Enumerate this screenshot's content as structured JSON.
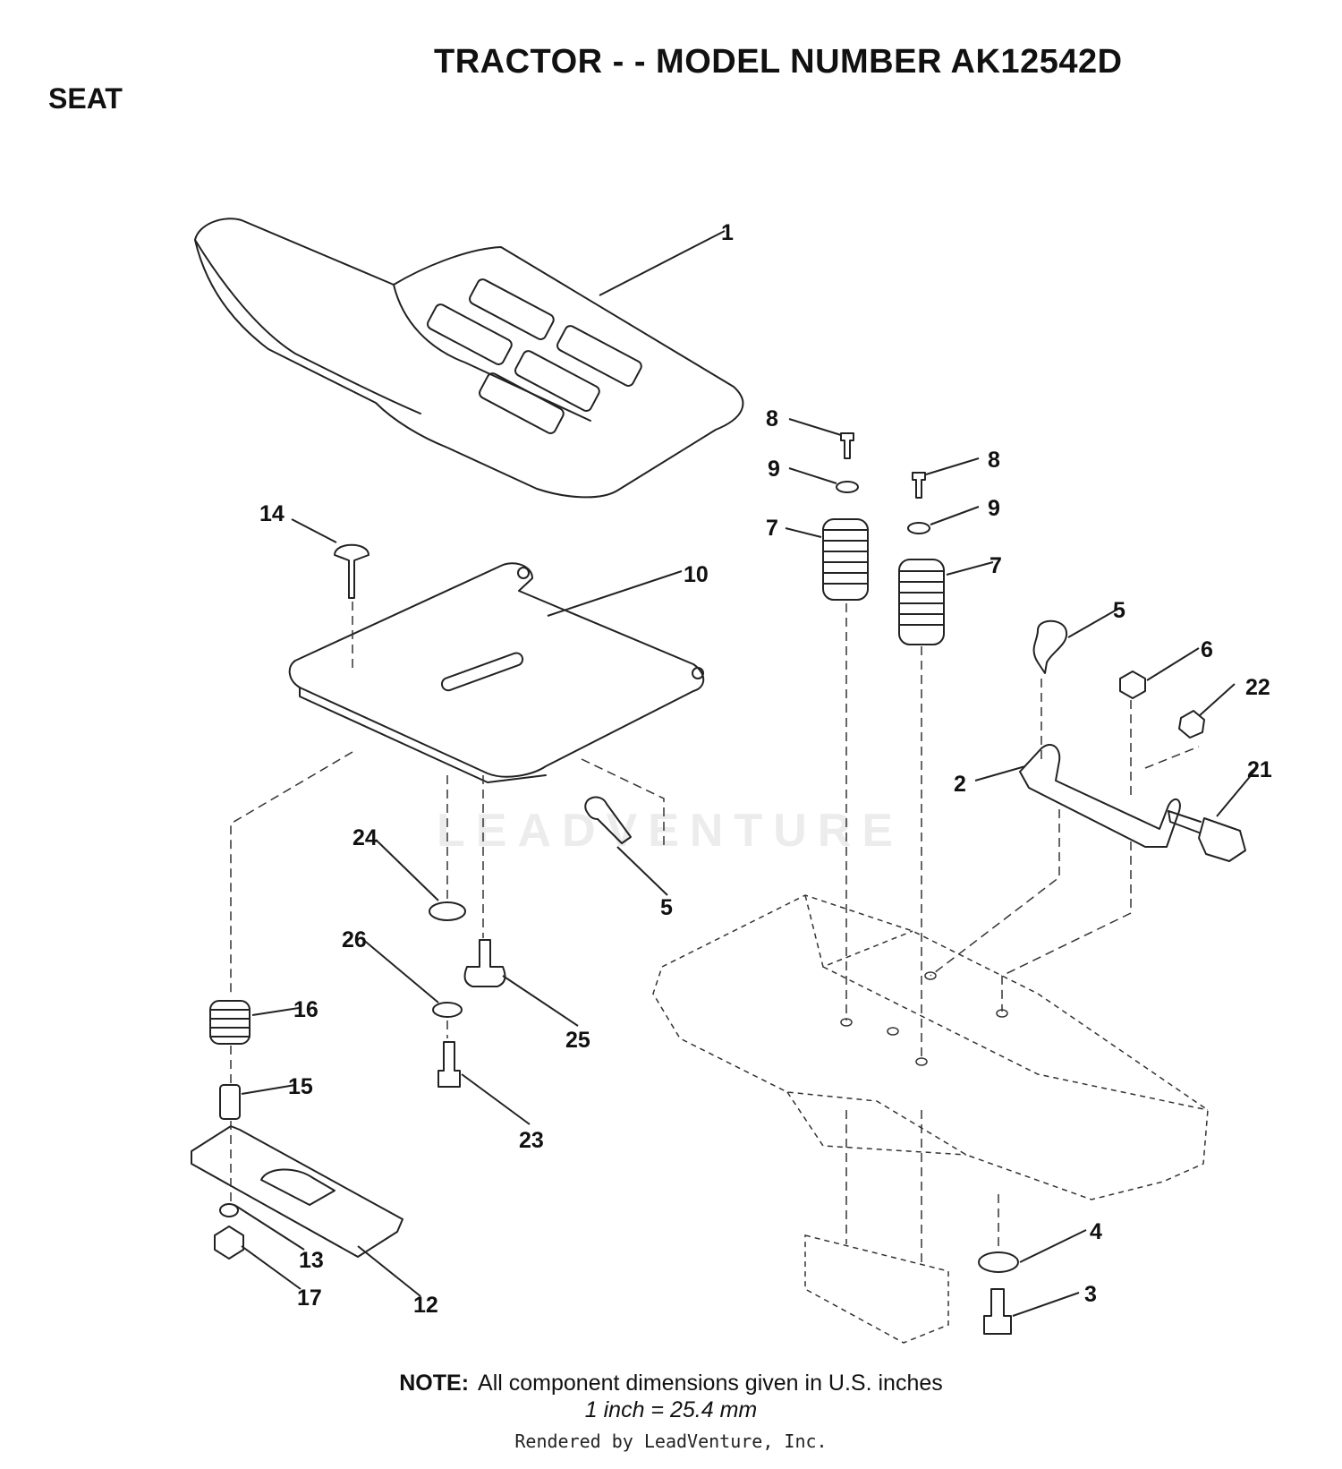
{
  "header": {
    "title": "TRACTOR - - MODEL NUMBER AK12542D",
    "section": "SEAT"
  },
  "watermark": "LEADVENTURE",
  "callouts": [
    "1",
    "8",
    "9",
    "8",
    "9",
    "7",
    "7",
    "14",
    "10",
    "5",
    "6",
    "22",
    "2",
    "21",
    "5",
    "24",
    "26",
    "25",
    "16",
    "15",
    "23",
    "13",
    "17",
    "12",
    "4",
    "3"
  ],
  "note": {
    "label": "NOTE:",
    "line1": "All component dimensions given in U.S. inches",
    "line2": "1 inch = 25.4 mm"
  },
  "footer": "Rendered by LeadVenture, Inc."
}
